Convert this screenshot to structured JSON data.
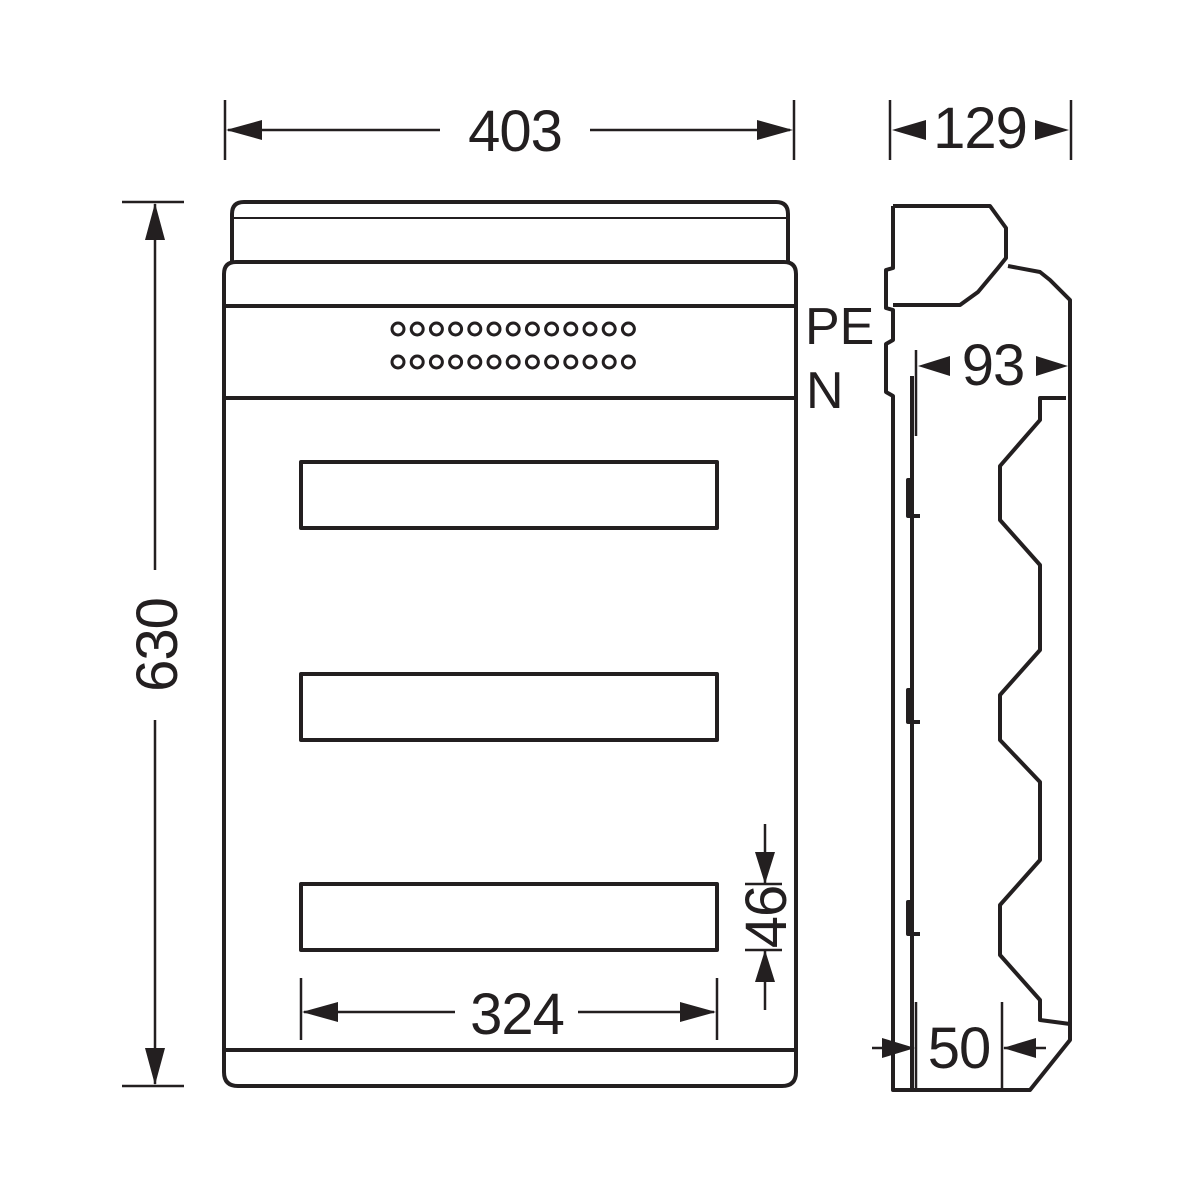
{
  "dimensions": {
    "width": "403",
    "depth": "129",
    "height": "630",
    "inner_depth": "93",
    "rail_width": "324",
    "rail_height": "46",
    "rear_offset": "50"
  },
  "labels": {
    "pe": "PE",
    "n": "N"
  },
  "terminal_rows": {
    "pe_count": 13,
    "n_count": 13
  }
}
